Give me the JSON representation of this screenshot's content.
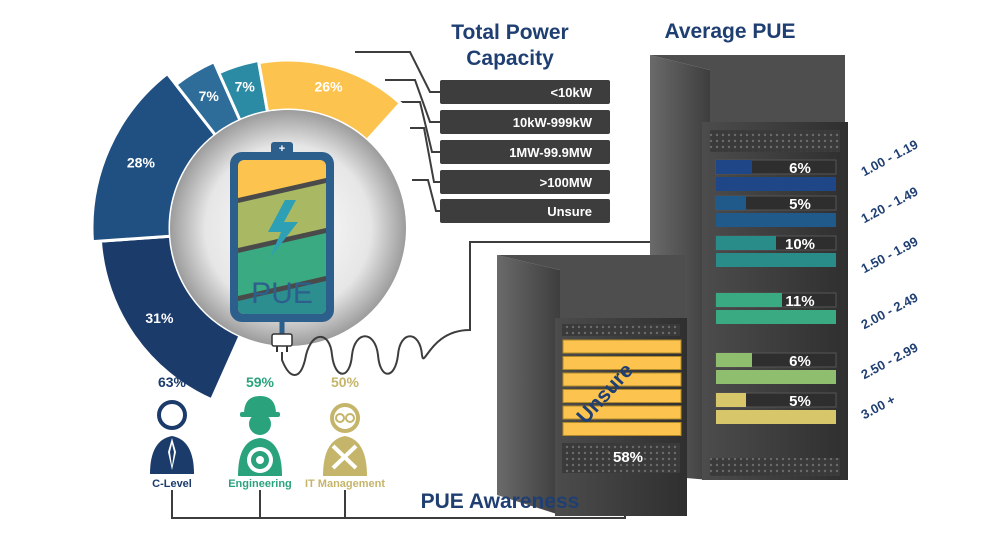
{
  "titles": {
    "total_power_capacity": [
      "Total Power",
      "Capacity"
    ],
    "average_pue": "Average PUE",
    "pue_awareness": "PUE Awareness"
  },
  "battery": {
    "label": "PUE",
    "plus": "+",
    "colors": {
      "yellow": "#fcc44f",
      "olive": "#a9b863",
      "green": "#3aaa82",
      "teal": "#2c8e8e",
      "outline": "#2d5f8c"
    }
  },
  "chart_data": [
    {
      "type": "pie",
      "title": "Total Power Capacity",
      "categories": [
        "<10kW",
        "10kW-999kW",
        "1MW-99.9MW",
        ">100MW",
        "Unsure"
      ],
      "values": [
        31,
        28,
        7,
        7,
        26
      ],
      "labels": [
        "31%",
        "28%",
        "7%",
        "7%",
        "26%"
      ],
      "colors": [
        "#1b3b6b",
        "#204f82",
        "#2e6d9a",
        "#2b8aa4",
        "#fcc44f"
      ]
    },
    {
      "type": "bar",
      "title": "Average PUE",
      "categories": [
        "1.00 - 1.19",
        "1.20 - 1.49",
        "1.50 - 1.99",
        "2.00 - 2.49",
        "2.50 - 2.99",
        "3.00 +",
        "Unsure"
      ],
      "values": [
        6,
        5,
        10,
        11,
        6,
        5,
        58
      ],
      "labels": [
        "6%",
        "5%",
        "10%",
        "11%",
        "6%",
        "5%",
        "58%"
      ],
      "colors": [
        "#1f4687",
        "#1f5a8a",
        "#2a8c88",
        "#3aaa82",
        "#8fbf6e",
        "#d8c66a",
        "#fcc44f"
      ],
      "unsure_label": "Unsure"
    },
    {
      "type": "bar",
      "title": "PUE Awareness",
      "categories": [
        "C-Level",
        "Engineering",
        "IT Management"
      ],
      "values": [
        63,
        59,
        50
      ],
      "labels": [
        "63%",
        "59%",
        "50%"
      ],
      "colors": [
        "#1b3b6b",
        "#2aa37c",
        "#c5b56a"
      ]
    }
  ]
}
